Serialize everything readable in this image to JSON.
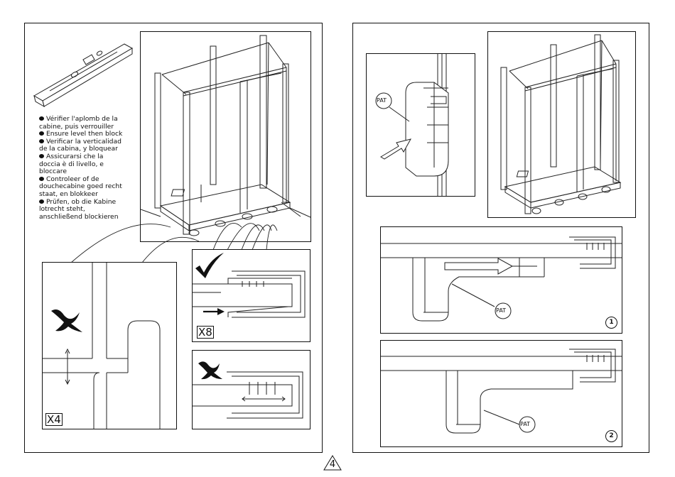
{
  "instructions": {
    "fr": [
      "Vérifier l'aplomb de la",
      "cabine, puis verrouiller"
    ],
    "en": [
      "Ensure level then block"
    ],
    "es": [
      "Verificar la verticalidad",
      "de la cabina, y bloquear"
    ],
    "it": [
      "Assicurarsi che la",
      "doccia è di livello, e",
      "bloccare"
    ],
    "nl": [
      "Controleer of de",
      "douchecabine goed recht",
      "staat, en blokkeer"
    ],
    "de": [
      "Prüfen, ob die Kabine",
      "lotrecht steht,",
      "anschließend blockieren"
    ]
  },
  "quantities": {
    "wrong_detail": "X4",
    "correct_detail": "X8"
  },
  "parts": {
    "pat": "PAT"
  },
  "steps": {
    "one": "1",
    "two": "2"
  },
  "page": {
    "number": "4"
  }
}
